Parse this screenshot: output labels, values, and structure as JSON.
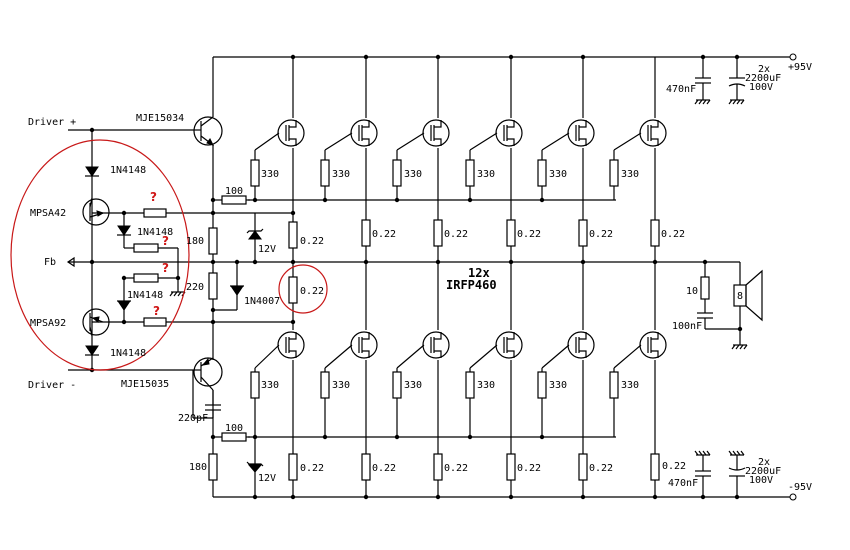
{
  "labels": {
    "driver_plus": "Driver +",
    "driver_minus": "Driver -",
    "fb": "Fb",
    "vplus": "+95V",
    "vminus": "-95V",
    "mje_top": "MJE15034",
    "mje_bot": "MJE15035",
    "mpsa42": "MPSA42",
    "mpsa92": "MPSA92",
    "d_1n4148": "1N4148",
    "d_1n4007": "1N4007",
    "r100": "100",
    "r330": "330",
    "r022": "0.22",
    "r180": "180",
    "r220": "220",
    "r10": "10",
    "zener": "12V",
    "c220p": "220pF",
    "c470n": "470nF",
    "c100n": "100nF",
    "cap2x": "2x",
    "cap2200": "2200uF",
    "cap100v": "100V",
    "speaker": "8",
    "mosfet_count": "12x",
    "mosfet_type": "IRFP460",
    "question": "?"
  }
}
